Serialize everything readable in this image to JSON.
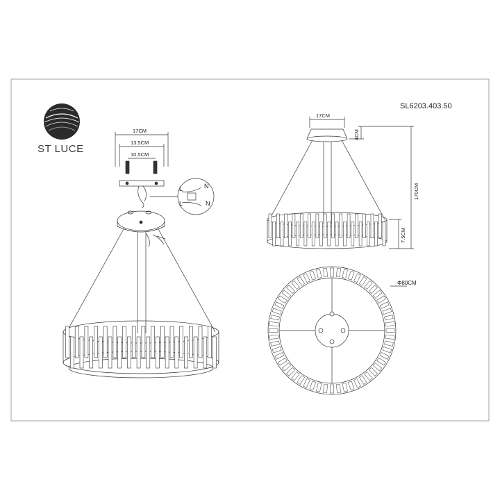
{
  "brand": {
    "name": "ST LUCE",
    "logo_icon": "swirl-sphere-logo"
  },
  "model": {
    "code": "SL6203.403.50"
  },
  "installation_view": {
    "dims": {
      "outer": "17CM",
      "middle": "13.5CM",
      "inner": "10.5CM"
    },
    "wiring_labels": {
      "L1": "L",
      "N1": "N",
      "L2": "L",
      "N2": "N"
    }
  },
  "side_view": {
    "canopy_width": "17CM",
    "canopy_height": "4CM",
    "total_height": "170CM",
    "ring_height": "7.5CM"
  },
  "top_view": {
    "diameter": "Φ80CM"
  },
  "colors": {
    "line": "#333333",
    "frame": "#8a8a8a",
    "text": "#222222"
  }
}
